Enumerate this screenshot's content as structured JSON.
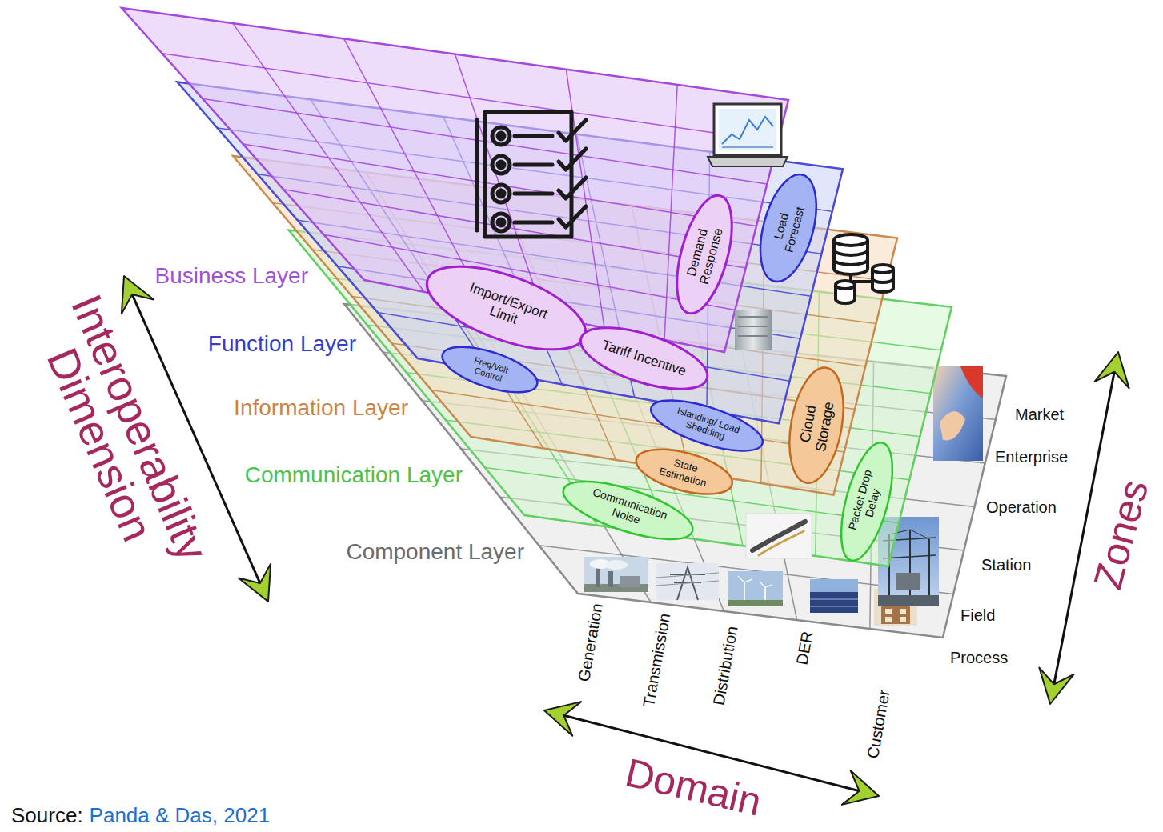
{
  "diagram": {
    "nodes": [
      {
        "text": [
          "Import/Export Limit"
        ]
      },
      {
        "text": [
          "Demand Response"
        ]
      },
      {
        "text": [
          "Tariff Incentive"
        ]
      },
      {
        "text": [
          "Load Forecast"
        ]
      },
      {
        "text": [
          "Freq/Volt Control"
        ]
      },
      {
        "text": [
          "Islanding/ Load Shedding"
        ]
      },
      {
        "text": [
          "Cloud Storage"
        ]
      },
      {
        "text": [
          "State Estimation"
        ]
      },
      {
        "text": [
          "Packet Drop Delay"
        ]
      },
      {
        "text": [
          "Communication Noise"
        ]
      }
    ],
    "labels": [
      "Business Layer",
      "Function Layer",
      "Information Layer",
      "Communication Layer",
      "Component Layer",
      "Interoperability Dimension",
      "Market",
      "Enterprise",
      "Operation",
      "Station",
      "Field",
      "Process",
      "Zones",
      "Generation",
      "Transmission",
      "Distribution",
      "DER",
      "Customer",
      "Domain",
      "Source:",
      "Panda & Das, 2021"
    ]
  }
}
